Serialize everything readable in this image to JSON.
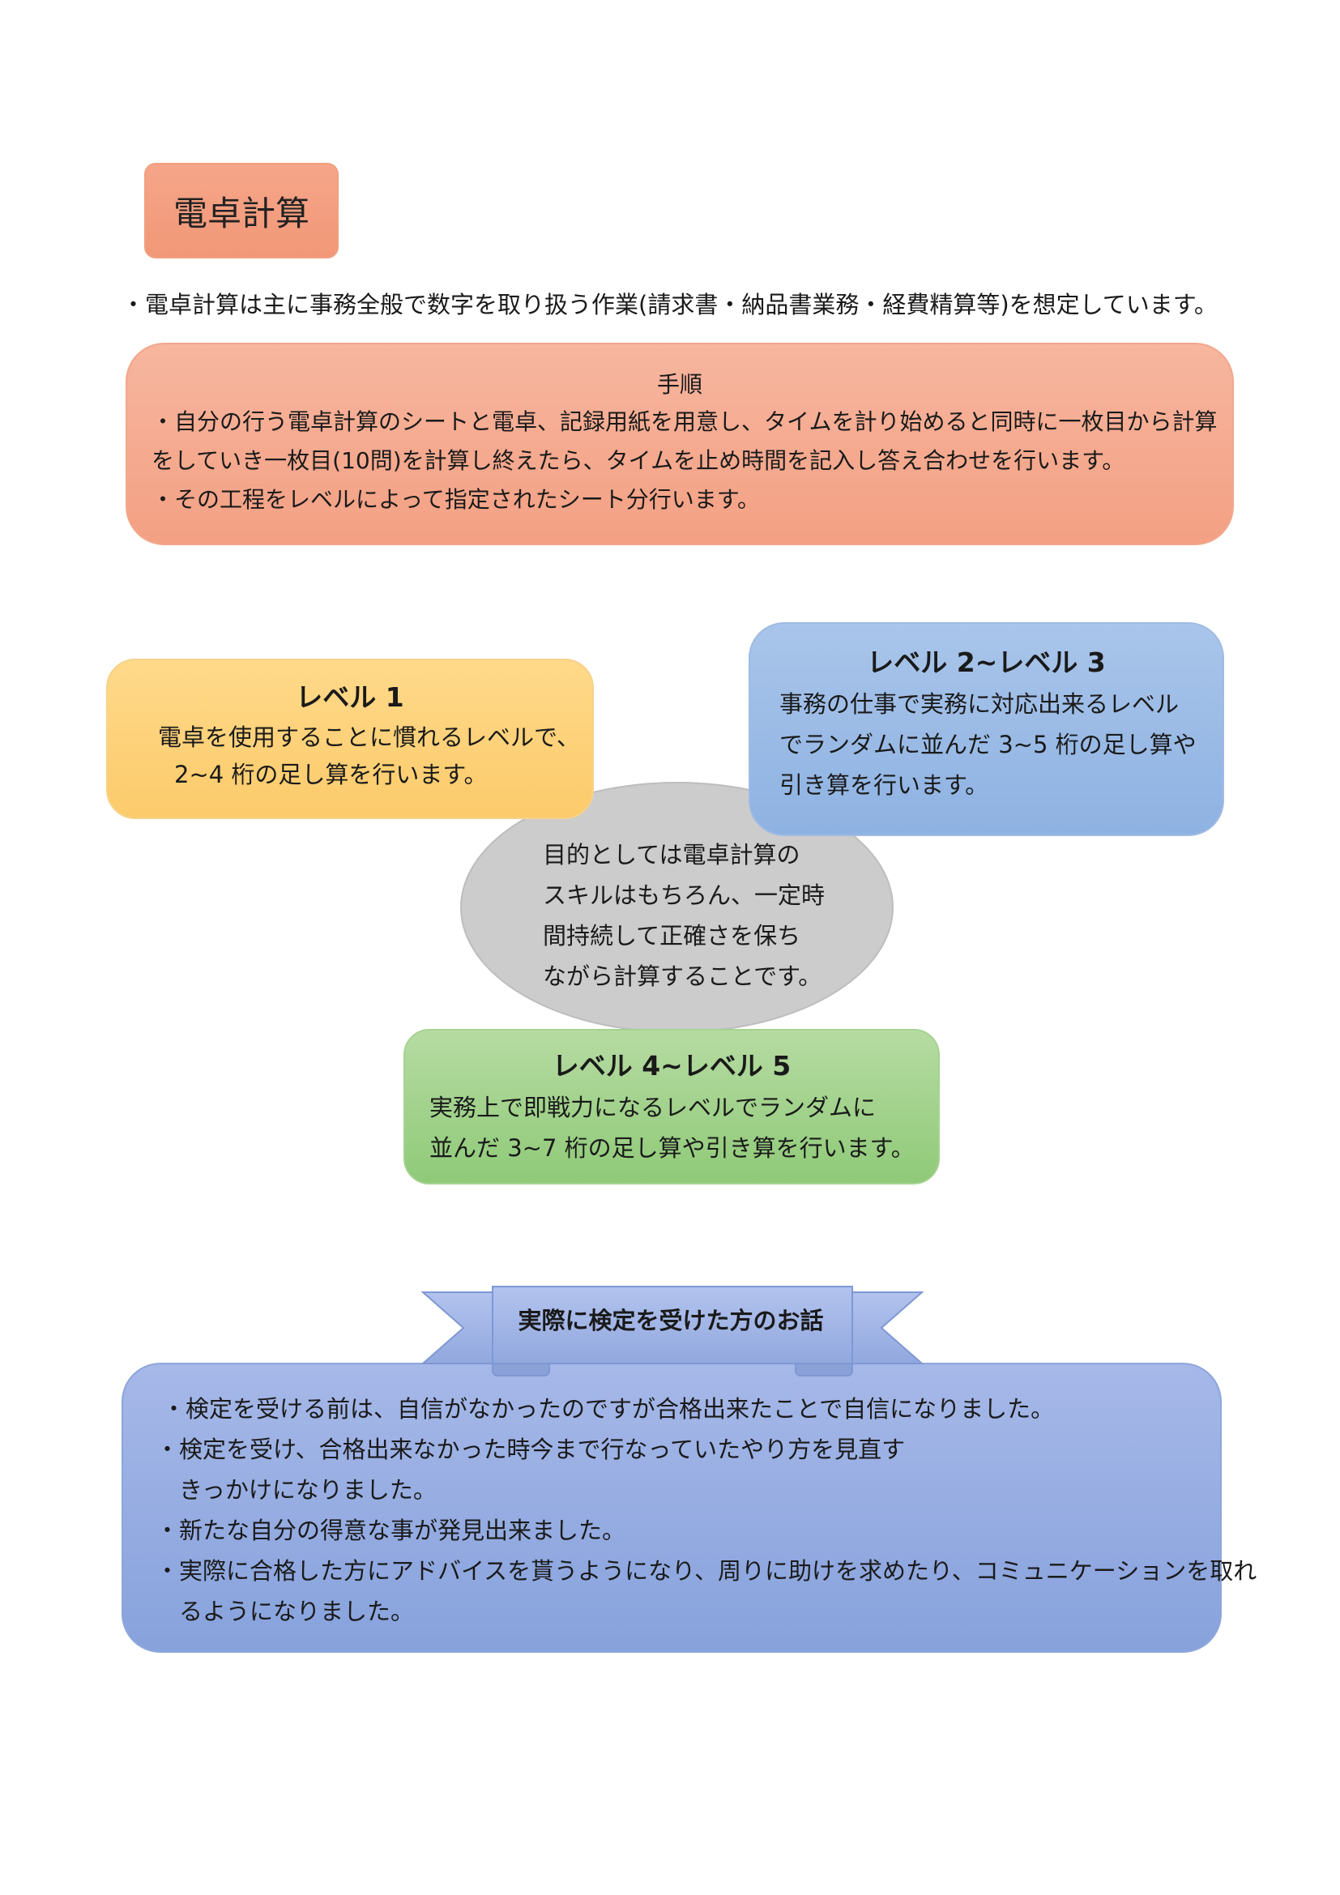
{
  "title": "電卓計算",
  "intro": "・電卓計算は主に事務全般で数字を取り扱う作業(請求書・納品書業務・経費精算等)を想定しています。",
  "procedure": {
    "heading": "手順",
    "lines": [
      "・自分の行う電卓計算のシートと電卓、記録用紙を用意し、タイムを計り始めると同時に一枚目から計算",
      "をしていき一枚目(10問)を計算し終えたら、タイムを止め時間を記入し答え合わせを行います。",
      "・その工程をレベルによって指定されたシート分行います。"
    ]
  },
  "levels": {
    "level1": {
      "title": "レベル 1",
      "lines": [
        "電卓を使用することに慣れるレベルで、",
        "2~4 桁の足し算を行います。"
      ]
    },
    "level2_3": {
      "title": "レベル 2~レベル 3",
      "lines": [
        "事務の仕事で実務に対応出来るレベル",
        "でランダムに並んだ 3~5 桁の足し算や",
        "引き算を行います。"
      ]
    },
    "level4_5": {
      "title": "レベル 4~レベル 5",
      "lines": [
        "実務上で即戦力になるレベルでランダムに",
        "並んだ 3~7 桁の足し算や引き算を行います。"
      ]
    }
  },
  "purpose": {
    "lines": [
      "目的としては電卓計算の",
      "スキルはもちろん、一定時",
      "間持続して正確さを保ち",
      "ながら計算することです。"
    ]
  },
  "ribbon": {
    "label": "実際に検定を受けた方のお話"
  },
  "testimonials": {
    "lines": [
      "・検定を受ける前は、自信がなかったのですが合格出来たことで自信になりました。",
      "・検定を受け、合格出来なかった時今まで行なっていたやり方を見直す",
      "　きっかけになりました。",
      "・新たな自分の得意な事が発見出来ました。",
      "・実際に合格した方にアドバイスを貰うようになり、周りに助けを求めたり、コミュニケーションを取れ",
      "　るようになりました。"
    ]
  },
  "colors": {
    "title_fill": "#f4a284",
    "procedure_fill": "#f5ab90",
    "level1_fill": "#fdd27a",
    "level2_3_fill": "#9dbde6",
    "level4_5_fill": "#a3d28c",
    "purpose_fill": "#cccccc",
    "ribbon_fill": "#9fb2e2",
    "testimonials_fill": "#97addf"
  }
}
